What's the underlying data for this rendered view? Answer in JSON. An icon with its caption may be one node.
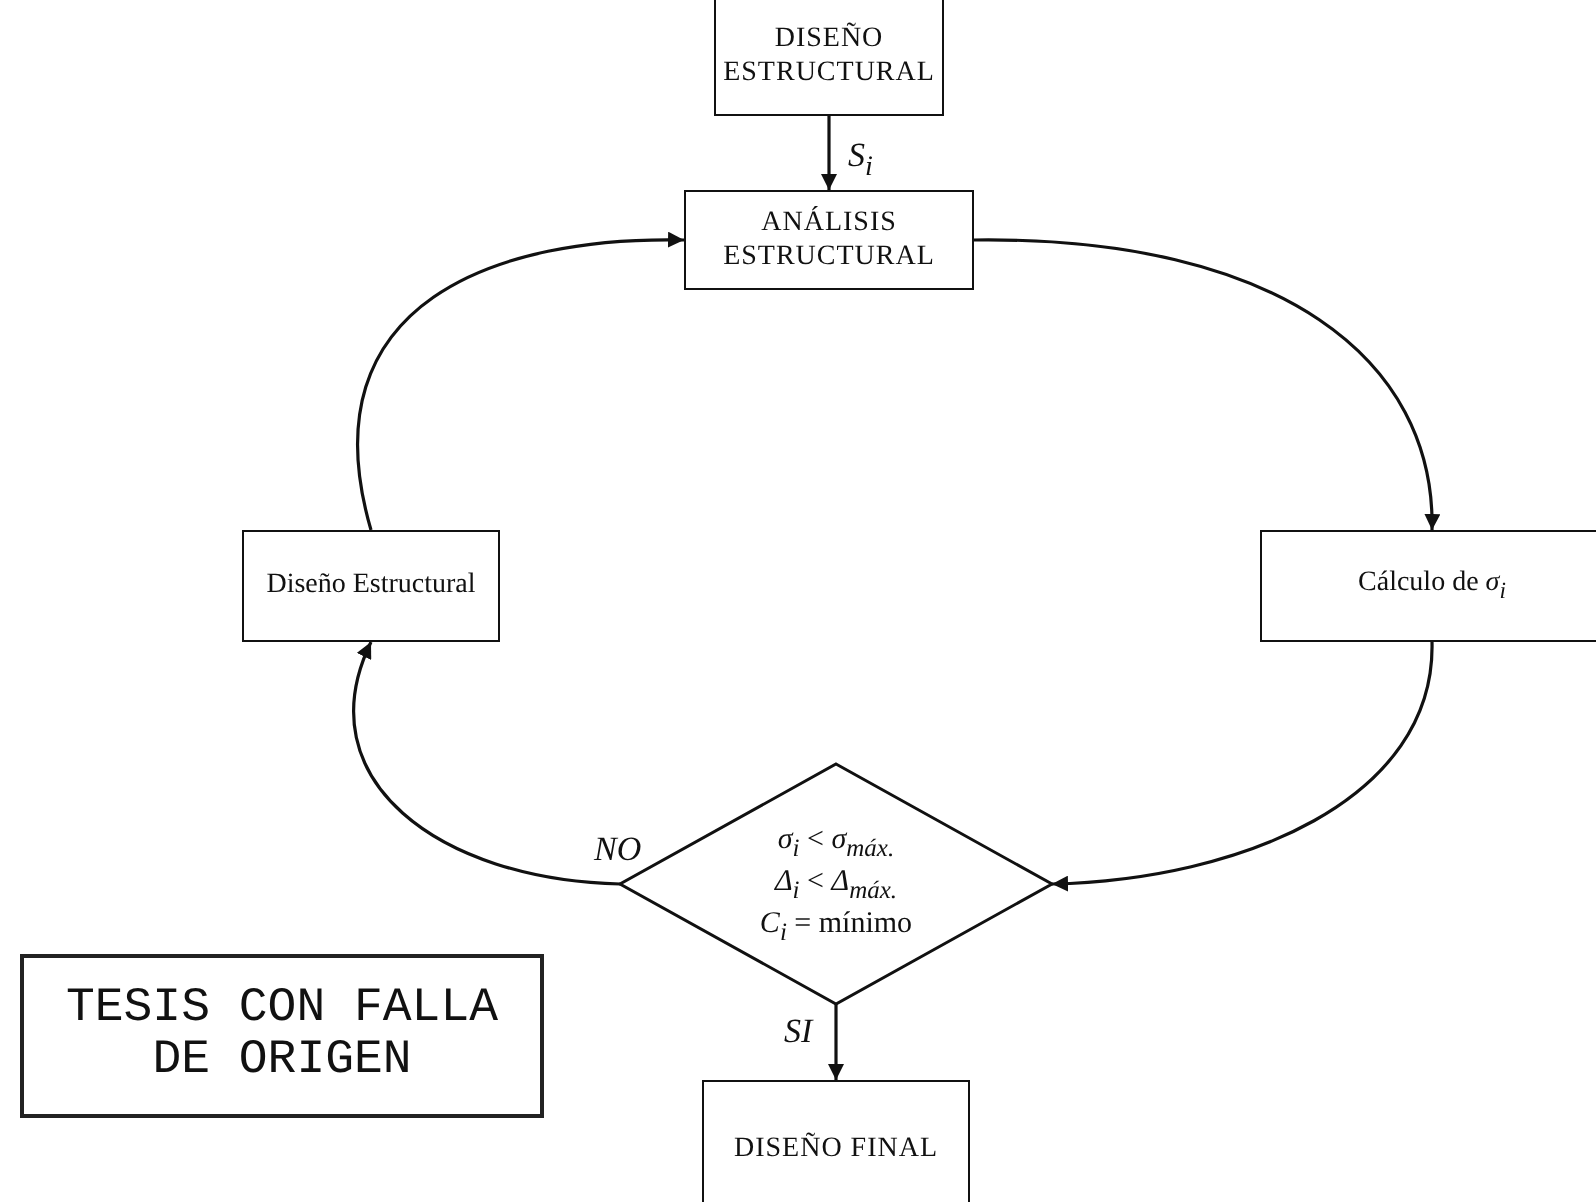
{
  "diagram": {
    "nodes": [
      {
        "text": [
          "DISEÑO ESTRUCTURAL"
        ]
      },
      {
        "text": [
          "ANÁLISIS ESTRUCTURAL"
        ]
      },
      {
        "text": [
          "Diseño Estructural"
        ]
      },
      {
        "text": [
          "Cálculo de *σ$_{i}$*"
        ]
      },
      {
        "text": [
          "*σ$_{i}$* < *σ$_{máx.}$*",
          "*Δ$_{i}$* < *Δ$_{máx.}$*",
          "*C$_{i}$* = mínimo"
        ]
      },
      {
        "text": [
          "DISEÑO FINAL"
        ]
      },
      {
        "text": [
          "TESIS CON FALLA DE ORIGEN"
        ]
      }
    ],
    "edges": [
      {
        "from": 0,
        "to": 1,
        "arrow": "to",
        "label": "*S$_{i}$*"
      },
      {
        "from": 1,
        "to": 3,
        "arrow": "to"
      },
      {
        "from": 3,
        "to": 4,
        "arrow": "to"
      },
      {
        "from": 4,
        "to": 2,
        "arrow": "to",
        "label": "*NO*"
      },
      {
        "from": 2,
        "to": 1,
        "arrow": "to"
      },
      {
        "from": 4,
        "to": 5,
        "arrow": "to",
        "label": "*SI*"
      }
    ]
  }
}
